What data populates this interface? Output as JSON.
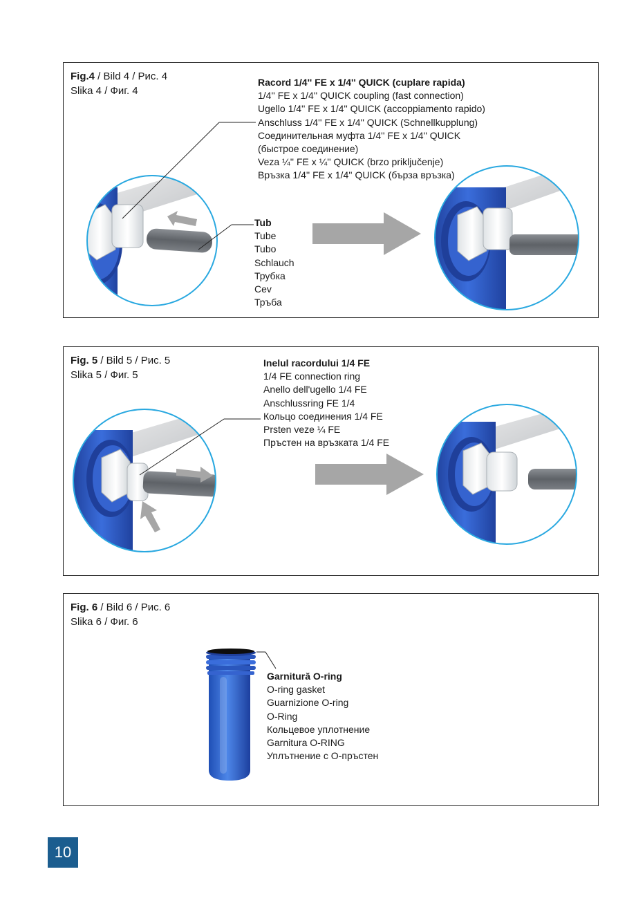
{
  "fig4": {
    "caption_bold": "Fig.4",
    "caption_rest": " / Bild 4 / Рис. 4",
    "caption_line2": "Slika 4 / Фиг. 4",
    "coupling_title": "Racord 1/4'' FE x 1/4'' QUICK (cuplare rapida)",
    "coupling_lines": [
      "1/4'' FE x 1/4'' QUICK coupling (fast connection)",
      "Ugello 1/4'' FE x 1/4'' QUICK (accoppiamento  rapido)",
      "Anschluss 1/4'' FE x 1/4'' QUICK (Schnellkupplung)",
      "Соединительная муфта 1/4'' FE x 1/4'' QUICK",
      "(быстрое соединение)",
      "Veza ¼'' FE x ¼'' QUICK (brzo priključenje)",
      "Връзка 1/4'' FE x 1/4'' QUICK (бърза връзка)"
    ],
    "tube_title": "Tub",
    "tube_lines": [
      "Tube",
      "Tubo",
      "Schlauch",
      "Трубка",
      "Cev",
      "Тръба"
    ]
  },
  "fig5": {
    "caption_bold": "Fig. 5",
    "caption_rest": " / Bild 5 / Рис. 5",
    "caption_line2": "Slika 5 / Фиг. 5",
    "ring_title": "Inelul racordului 1/4 FE",
    "ring_lines": [
      "1/4 FE connection ring",
      "Anello dell'ugello 1/4 FE",
      "Anschlussring FE 1/4",
      "Кольцо соединения 1/4 FE",
      "Prsten veze ¼ FE",
      "Пръстен на връзката 1/4 FE"
    ]
  },
  "fig6": {
    "caption_bold": "Fig. 6",
    "caption_rest": " / Bild 6 /  Рис. 6",
    "caption_line2": "Slika 6 / Фиг. 6",
    "gasket_title": "Garnitură O-ring",
    "gasket_lines": [
      "O-ring gasket",
      "Guarnizione O-ring",
      "O-Ring",
      "Кольцевое уплотнение",
      "Garnitura O-RING",
      "Уплътнение с О-пръстен"
    ]
  },
  "page_number": "10",
  "colors": {
    "circle_border": "#29a8e0",
    "housing_blue": "#2f5fc4",
    "arrow_gray": "#a6a6a6",
    "tube_gray": "#6f7378",
    "page_badge": "#1b5d8f"
  }
}
